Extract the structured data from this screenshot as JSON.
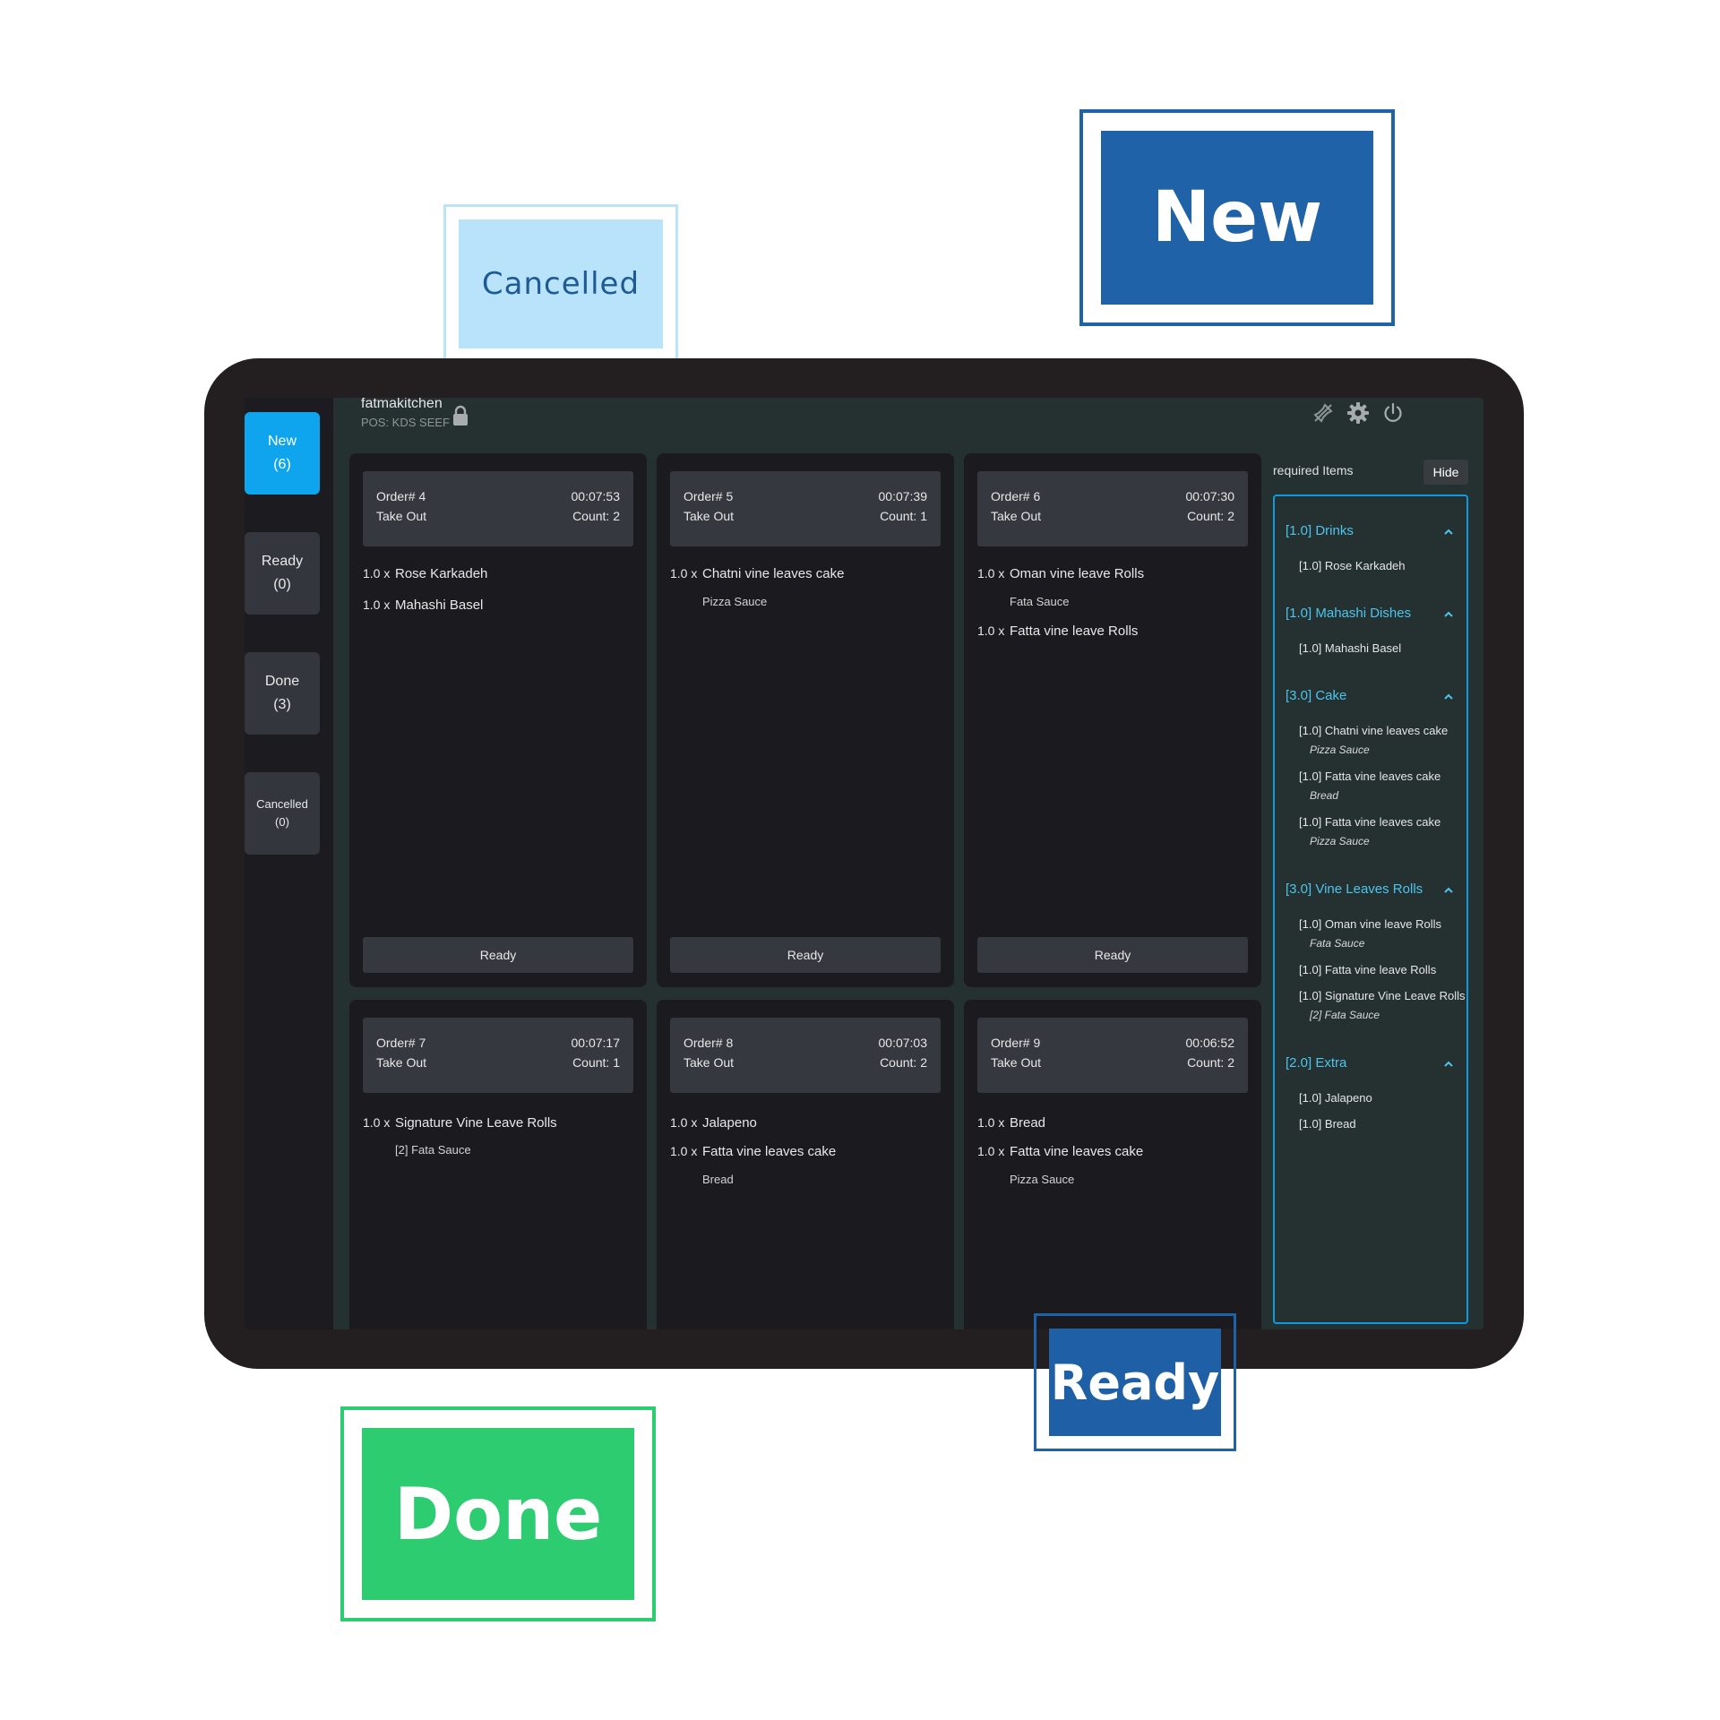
{
  "stickers": {
    "cancelled": "Cancelled",
    "new": "New",
    "ready": "Ready",
    "done": "Done"
  },
  "header": {
    "brand": "fatmakitchen",
    "pos": "POS: KDS SEEF"
  },
  "nav": [
    {
      "label": "New",
      "count": "(6)"
    },
    {
      "label": "Ready",
      "count": "(0)"
    },
    {
      "label": "Done",
      "count": "(3)"
    },
    {
      "label": "Cancelled",
      "count": "(0)"
    }
  ],
  "orders": [
    {
      "order": "Order# 4",
      "type": "Take Out",
      "time": "00:07:53",
      "count": "Count: 2",
      "items": [
        {
          "qty": "1.0 x",
          "name": "Rose Karkadeh"
        },
        {
          "qty": "1.0 x",
          "name": "Mahashi Basel"
        }
      ],
      "mods": [],
      "ready": "Ready"
    },
    {
      "order": "Order# 5",
      "type": "Take Out",
      "time": "00:07:39",
      "count": "Count: 1",
      "items": [
        {
          "qty": "1.0 x",
          "name": "Chatni vine leaves cake"
        }
      ],
      "mods": [
        "Pizza Sauce"
      ],
      "ready": "Ready"
    },
    {
      "order": "Order# 6",
      "type": "Take Out",
      "time": "00:07:30",
      "count": "Count: 2",
      "items": [
        {
          "qty": "1.0 x",
          "name": "Oman vine leave Rolls"
        },
        {
          "qty": "1.0 x",
          "name": "Fatta vine leave Rolls"
        }
      ],
      "mods": [
        "Fata Sauce"
      ],
      "ready": "Ready"
    },
    {
      "order": "Order# 7",
      "type": "Take Out",
      "time": "00:07:17",
      "count": "Count: 1",
      "items": [
        {
          "qty": "1.0 x",
          "name": "Signature Vine Leave Rolls"
        }
      ],
      "mods": [
        "[2] Fata Sauce"
      ]
    },
    {
      "order": "Order# 8",
      "type": "Take Out",
      "time": "00:07:03",
      "count": "Count: 2",
      "items": [
        {
          "qty": "1.0 x",
          "name": "Jalapeno"
        },
        {
          "qty": "1.0 x",
          "name": "Fatta vine leaves cake"
        }
      ],
      "mods": [
        "Bread"
      ]
    },
    {
      "order": "Order# 9",
      "type": "Take Out",
      "time": "00:06:52",
      "count": "Count: 2",
      "items": [
        {
          "qty": "1.0 x",
          "name": "Bread"
        },
        {
          "qty": "1.0 x",
          "name": "Fatta vine leaves cake"
        }
      ],
      "mods": [
        "Pizza Sauce"
      ]
    }
  ],
  "required": {
    "title": "required Items",
    "hide": "Hide",
    "categories": [
      {
        "name": "[1.0] Drinks",
        "items": [
          {
            "name": "[1.0] Rose Karkadeh"
          }
        ]
      },
      {
        "name": "[1.0] Mahashi Dishes",
        "items": [
          {
            "name": "[1.0] Mahashi Basel"
          }
        ]
      },
      {
        "name": "[3.0] Cake",
        "items": [
          {
            "name": "[1.0] Chatni vine leaves cake",
            "mod": "Pizza Sauce"
          },
          {
            "name": "[1.0] Fatta vine leaves cake",
            "mod": "Bread"
          },
          {
            "name": "[1.0] Fatta vine leaves cake",
            "mod": "Pizza Sauce"
          }
        ]
      },
      {
        "name": "[3.0] Vine Leaves Rolls",
        "items": [
          {
            "name": "[1.0] Oman vine leave Rolls",
            "mod": "Fata Sauce"
          },
          {
            "name": "[1.0] Fatta vine leave Rolls"
          },
          {
            "name": "[1.0] Signature Vine Leave Rolls",
            "mod": "[2] Fata Sauce"
          }
        ]
      },
      {
        "name": "[2.0] Extra",
        "items": [
          {
            "name": "[1.0] Jalapeno"
          },
          {
            "name": "[1.0] Bread"
          }
        ]
      }
    ]
  },
  "icons": {
    "lock": "lock-icon",
    "pin": "pin-off-icon",
    "settings": "gear-icon",
    "power": "power-icon",
    "caret": "chevron-up-icon"
  },
  "colors": {
    "active_nav": "#0ea5ee",
    "category_text": "#4cc5ee",
    "panel_border": "#0b9be0",
    "sticker_blue": "#1f62a8",
    "sticker_light": "#b9e3fb",
    "sticker_green": "#2ecc71"
  }
}
